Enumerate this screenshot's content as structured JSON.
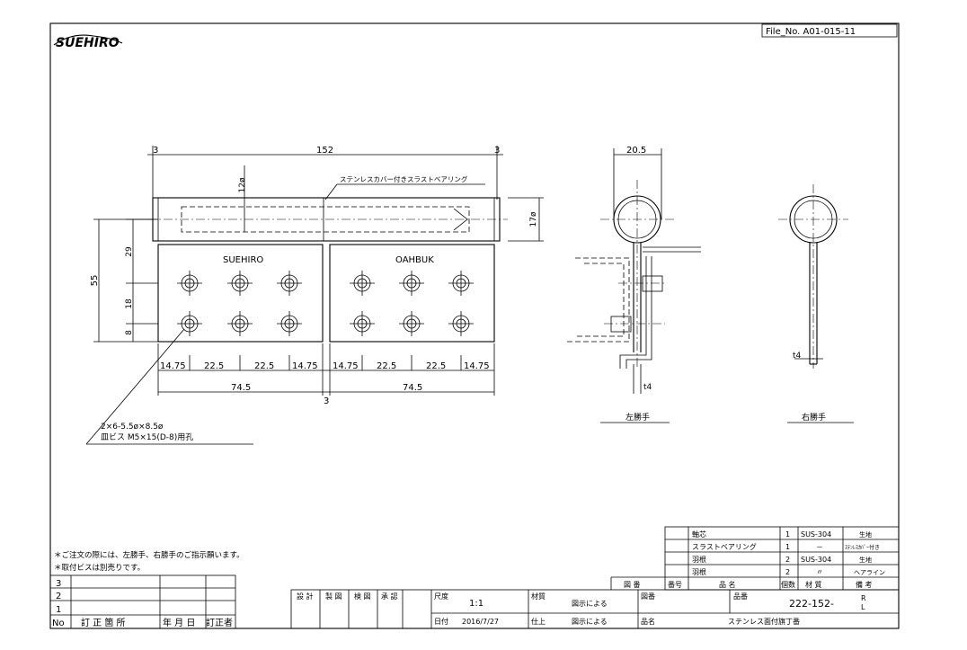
{
  "logo": "SUEHIRO",
  "file_no": "File_No. A01-015-11",
  "front_view": {
    "dim_total": "152",
    "dim_end_left": "3",
    "dim_end_right": "3",
    "dim_pin": "12ø",
    "dim_knuckle": "17ø",
    "bearing_note": "ステンレスカバー付きスラストベアリング",
    "dim_height": "55",
    "dim_29": "29",
    "dim_18": "18",
    "dim_8": "8",
    "leaf_left_mark": "SUEHIRO",
    "leaf_right_mark": "OAHBUK",
    "hole_dims": [
      "14.75",
      "22.5",
      "22.5",
      "14.75",
      "14.75",
      "22.5",
      "22.5",
      "14.75"
    ],
    "leaf_width_left": "74.5",
    "leaf_width_right": "74.5",
    "gap": "3",
    "hole_note_line1": "2×6-5.5ø×8.5ø",
    "hole_note_line2": "皿ビス M5×15(D-8)用孔"
  },
  "side_view_left": {
    "dim_width": "20.5",
    "dim_thickness": "t4",
    "label": "左勝手"
  },
  "side_view_right": {
    "dim_thickness": "t4",
    "label": "右勝手"
  },
  "notes": [
    "＊ご注文の際には、左勝手、右勝手のご指示願います。",
    "＊取付ビスは別売りです。"
  ],
  "revision_table": {
    "rows": [
      "3",
      "2",
      "1"
    ],
    "headers": [
      "No",
      "訂 正 箇 所",
      "年 月 日",
      "訂正者"
    ]
  },
  "parts_table": {
    "rows": [
      {
        "name": "軸芯",
        "qty": "1",
        "material": "SUS-304",
        "remark": "生地"
      },
      {
        "name": "スラストベアリング",
        "qty": "1",
        "material": "－",
        "remark": "ｽﾃﾝﾚｽｶﾊﾞｰ付き"
      },
      {
        "name": "羽根",
        "qty": "2",
        "material": "SUS-304",
        "remark": "生地"
      },
      {
        "name": "羽根",
        "qty": "2",
        "material": "〃",
        "remark": "ヘアライン"
      }
    ],
    "headers": [
      "図 番",
      "番号",
      "品 名",
      "個数",
      "材 質",
      "備 考"
    ]
  },
  "title_block": {
    "roles": [
      "設 計",
      "製 図",
      "検 図",
      "承 認"
    ],
    "scale_label": "尺度",
    "scale": "1:1",
    "material_label": "材質",
    "material_value": "図示による",
    "drawing_no_label": "図番",
    "part_no_label": "品番",
    "part_no": "222-152-",
    "part_suffix_top": "R",
    "part_suffix_bottom": "L",
    "date_label": "日付",
    "date": "2016/7/27",
    "finish_label": "仕上",
    "finish_value": "図示による",
    "product_label": "品名",
    "product_name": "ステンレス面付旗丁番"
  }
}
